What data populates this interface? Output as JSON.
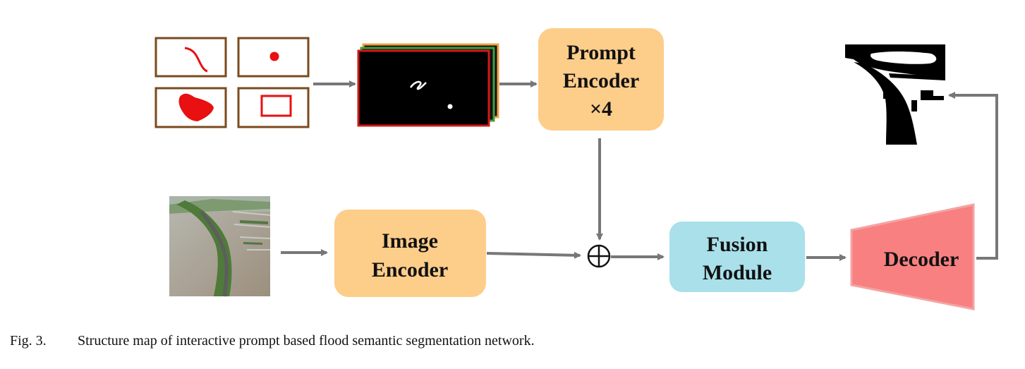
{
  "prompt_encoder": {
    "line1": "Prompt",
    "line2": "Encoder",
    "line3": "×4"
  },
  "image_encoder": {
    "line1": "Image",
    "line2": "Encoder"
  },
  "fusion_module": {
    "line1": "Fusion",
    "line2": "Module"
  },
  "decoder": {
    "label": "Decoder"
  },
  "fusion_operator": "⊕",
  "caption": {
    "number": "Fig. 3.",
    "text": "Structure map of interactive prompt based flood semantic segmentation network."
  },
  "colors": {
    "encoder_fill": "#fdcd8a",
    "fusion_fill": "#a9e0ea",
    "decoder_fill": "#f98080",
    "decoder_border": "#f4a3a3",
    "prompt_frame": "#7a4a1e",
    "prompt_mark": "#e81010",
    "arrow": "#777777",
    "stack_back": "#f0a040",
    "stack_mid": "#3da040",
    "stack_front": "#d21818"
  },
  "icons": {
    "prompt_types": [
      "scribble-prompt-icon",
      "point-prompt-icon",
      "mask-prompt-icon",
      "box-prompt-icon"
    ],
    "input_image": "flood-aerial-image",
    "output_mask": "segmentation-mask-output"
  }
}
